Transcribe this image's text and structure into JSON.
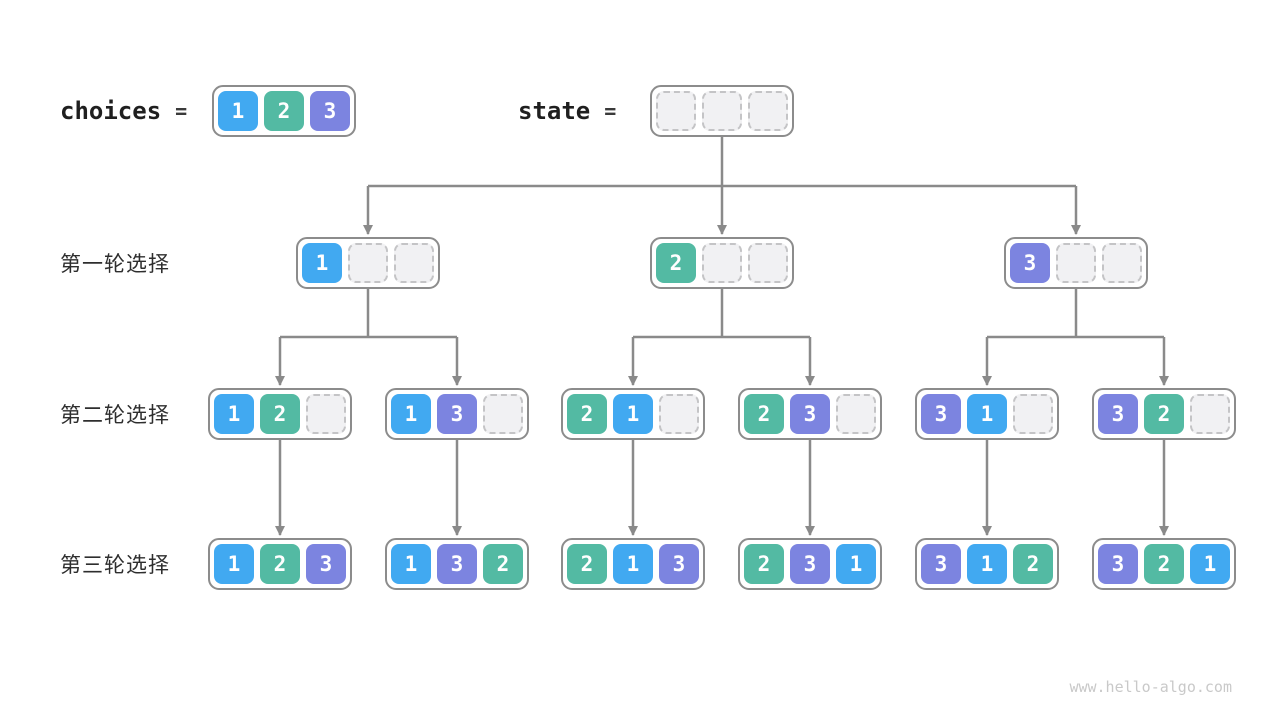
{
  "header": {
    "choices_label": "choices",
    "equals": "=",
    "choices": [
      1,
      2,
      3
    ],
    "state_label": "state",
    "state": [
      null,
      null,
      null
    ]
  },
  "rows": [
    {
      "label": "第一轮选择",
      "states": [
        [
          1,
          null,
          null
        ],
        [
          2,
          null,
          null
        ],
        [
          3,
          null,
          null
        ]
      ]
    },
    {
      "label": "第二轮选择",
      "states": [
        [
          1,
          2,
          null
        ],
        [
          1,
          3,
          null
        ],
        [
          2,
          1,
          null
        ],
        [
          2,
          3,
          null
        ],
        [
          3,
          1,
          null
        ],
        [
          3,
          2,
          null
        ]
      ]
    },
    {
      "label": "第三轮选择",
      "states": [
        [
          1,
          2,
          3
        ],
        [
          1,
          3,
          2
        ],
        [
          2,
          1,
          3
        ],
        [
          2,
          3,
          1
        ],
        [
          3,
          1,
          2
        ],
        [
          3,
          2,
          1
        ]
      ]
    }
  ],
  "colors": {
    "cell_1": "#41a9f1",
    "cell_2": "#53baa3",
    "cell_3": "#7c84e0",
    "empty_fill": "#f1f1f3",
    "empty_border": "#c4c4c6",
    "box_border": "#8c8c8c",
    "arrow": "#8a8a8a"
  },
  "footer": {
    "watermark": "www.hello-algo.com"
  }
}
